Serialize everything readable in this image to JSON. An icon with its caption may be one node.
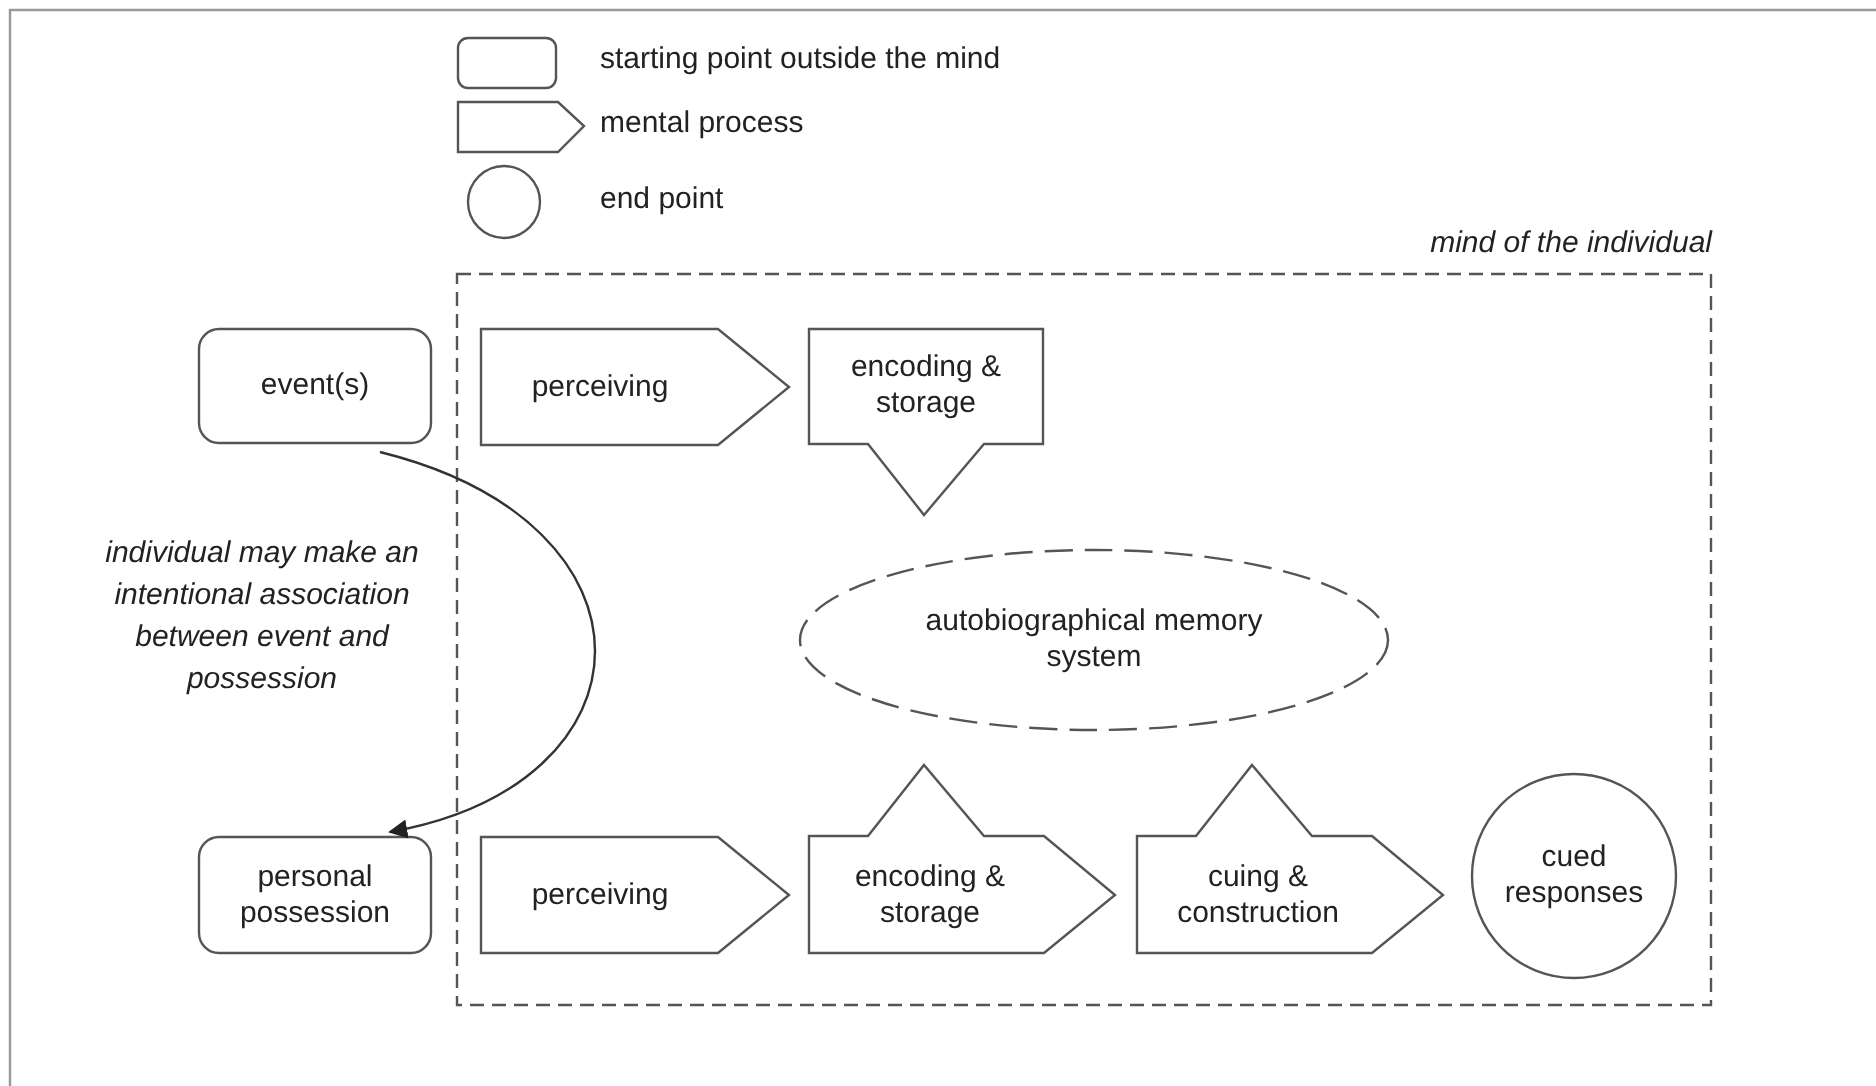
{
  "diagram": {
    "nodes": [
      {
        "text": [
          "mind of the individual"
        ]
      },
      {
        "text": [
          "event(s)"
        ]
      },
      {
        "text": [
          "perceiving"
        ],
        "in": 0
      },
      {
        "text": [
          "encoding & storage"
        ],
        "in": 0
      },
      {
        "text": [
          "autobiographical memory system"
        ],
        "in": 0
      },
      {
        "text": [
          "personal possession"
        ]
      },
      {
        "text": [
          "perceiving"
        ],
        "in": 0
      },
      {
        "text": [
          "encoding & storage"
        ],
        "in": 0
      },
      {
        "text": [
          "cuing & construction"
        ],
        "in": 0
      },
      {
        "text": [
          "cued responses"
        ],
        "in": 0
      }
    ],
    "edges": [
      {
        "from": 1,
        "to": 5,
        "arrow": "to",
        "label": "individual may make an intentional association between event and possession"
      }
    ],
    "legend": [
      {
        "text": "starting point outside the mind"
      },
      {
        "text": "mental process"
      },
      {
        "text": "end point"
      }
    ]
  }
}
